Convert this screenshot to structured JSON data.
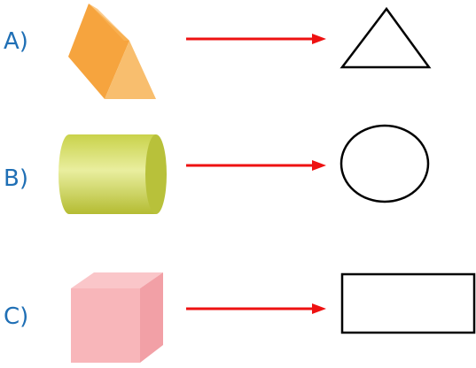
{
  "rows": [
    {
      "label": "A)",
      "solid": "triangular-prism",
      "face": "triangle"
    },
    {
      "label": "B)",
      "solid": "cylinder",
      "face": "circle"
    },
    {
      "label": "C)",
      "solid": "cube",
      "face": "rectangle"
    }
  ],
  "colors": {
    "label": "#1f6fb5",
    "arrow": "#ee1111",
    "prism": "#f7a440",
    "cylinder": "#c8cf4a",
    "cube": "#f6b0b4",
    "outline": "#000000"
  }
}
